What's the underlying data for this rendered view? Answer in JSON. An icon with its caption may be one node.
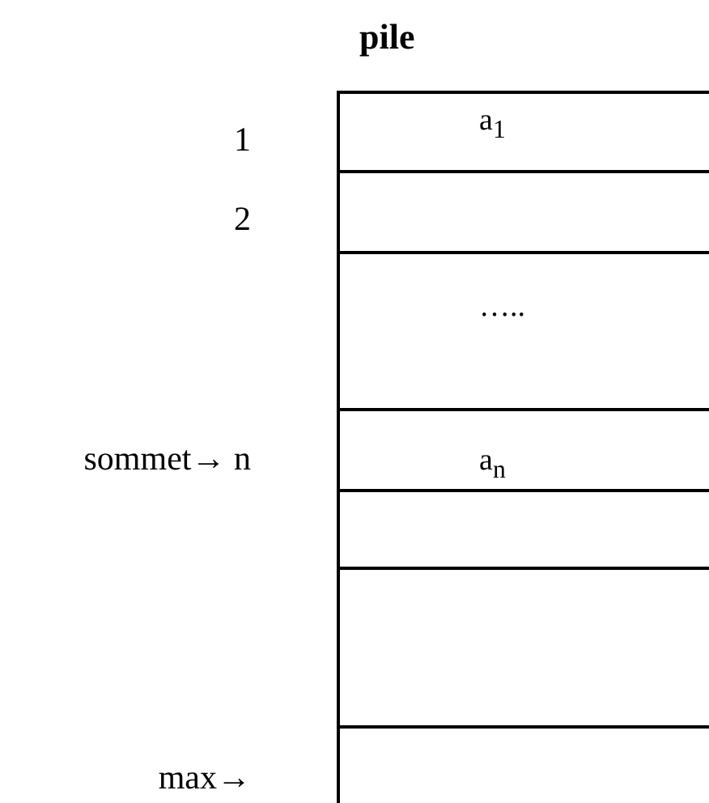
{
  "diagram": {
    "title": "pile",
    "nodes": [
      {
        "text": [
          "a$_{1}$"
        ]
      },
      {
        "text": [],
        "shape": "box"
      },
      {
        "text": [
          "….."
        ]
      },
      {
        "text": [
          "a$_{n}$"
        ]
      },
      {
        "text": [],
        "shape": "box"
      },
      {
        "text": [],
        "shape": "box"
      },
      {
        "text": [],
        "shape": "box"
      }
    ],
    "edges": [],
    "labels": [
      "1",
      "2",
      "sommet→ n",
      "max→"
    ]
  }
}
